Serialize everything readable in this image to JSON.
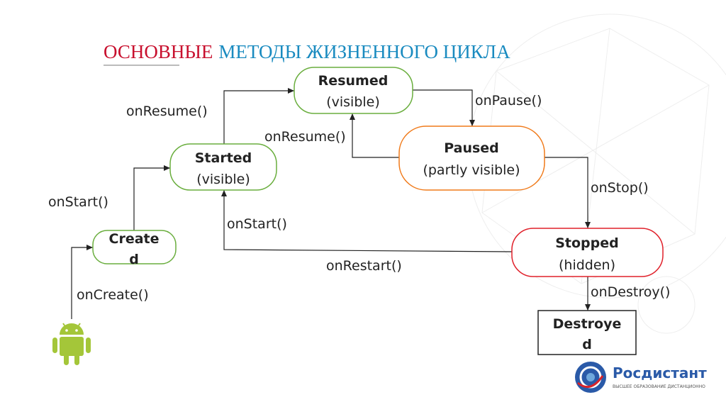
{
  "title": {
    "part1": "ОСНОВНЫЕ",
    "part2": "МЕТОДЫ ЖИЗНЕННОГО ЦИКЛА",
    "color1": "#c8102e",
    "color2": "#1a8bc0"
  },
  "states": {
    "resumed": {
      "name": "Resumed",
      "sub": "(visible)",
      "color": "#6aae3e"
    },
    "started": {
      "name": "Started",
      "sub": "(visible)",
      "color": "#6aae3e"
    },
    "paused": {
      "name": "Paused",
      "sub": "(partly visible)",
      "color": "#f07a1a"
    },
    "stopped": {
      "name": "Stopped",
      "sub": "(hidden)",
      "color": "#e0202a"
    },
    "created": {
      "line1": "Create",
      "line2": "d",
      "color": "#6aae3e"
    },
    "destroyed": {
      "line1": "Destroye",
      "line2": "d",
      "color": "#222222"
    }
  },
  "transitions": {
    "on_resume_1": "onResume()",
    "on_pause": "onPause()",
    "on_resume_2": "onResume()",
    "on_stop": "onStop()",
    "on_start_1": "onStart()",
    "on_start_2": "onStart()",
    "on_restart": "onRestart()",
    "on_create": "onCreate()",
    "on_destroy": "onDestroy()"
  },
  "logo": {
    "name": "Росдистант",
    "tagline": "ВЫСШЕЕ ОБРАЗОВАНИЕ ДИСТАНЦИОННО"
  },
  "icons": {
    "android": "android-robot-icon"
  }
}
